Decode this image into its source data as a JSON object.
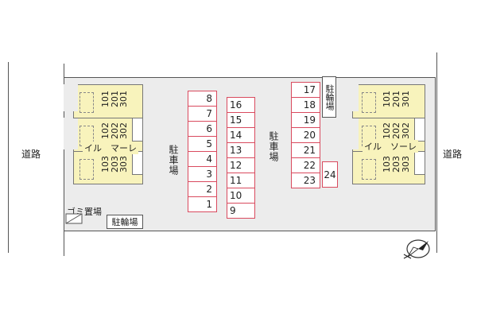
{
  "roads": {
    "left_label": "道路",
    "right_label": "道路"
  },
  "parking": {
    "left_label": "駐車場",
    "right_label": "駐車場"
  },
  "bicycle": {
    "top_label": "駐輪場",
    "bottom_label": "駐輪場"
  },
  "garbage": {
    "label": "ゴミ置場"
  },
  "stalls_col1": [
    "8",
    "7",
    "6",
    "5",
    "4",
    "3",
    "2",
    "1"
  ],
  "stalls_col2": [
    "16",
    "15",
    "14",
    "13",
    "12",
    "11",
    "10",
    "9"
  ],
  "stalls_col3": [
    "17",
    "18",
    "19",
    "20",
    "21",
    "22",
    "23"
  ],
  "stall_extra": "24",
  "building_left": {
    "name": "イル　マーレ",
    "units": [
      {
        "upper": "301",
        "middle": "201",
        "lower": "101"
      },
      {
        "upper": "302",
        "middle": "202",
        "lower": "102"
      },
      {
        "upper": "303",
        "middle": "203",
        "lower": "103"
      }
    ]
  },
  "building_right": {
    "name": "イル　ソーレ",
    "units": [
      {
        "upper": "301",
        "middle": "201",
        "lower": "101"
      },
      {
        "upper": "302",
        "middle": "202",
        "lower": "102"
      },
      {
        "upper": "303",
        "middle": "203",
        "lower": "103"
      }
    ]
  },
  "colors": {
    "stall_border": "#d94a5e",
    "building_fill": "#f8f3bc",
    "lot_fill": "#ececec"
  },
  "icons": {
    "north_arrow": "compass-icon"
  }
}
